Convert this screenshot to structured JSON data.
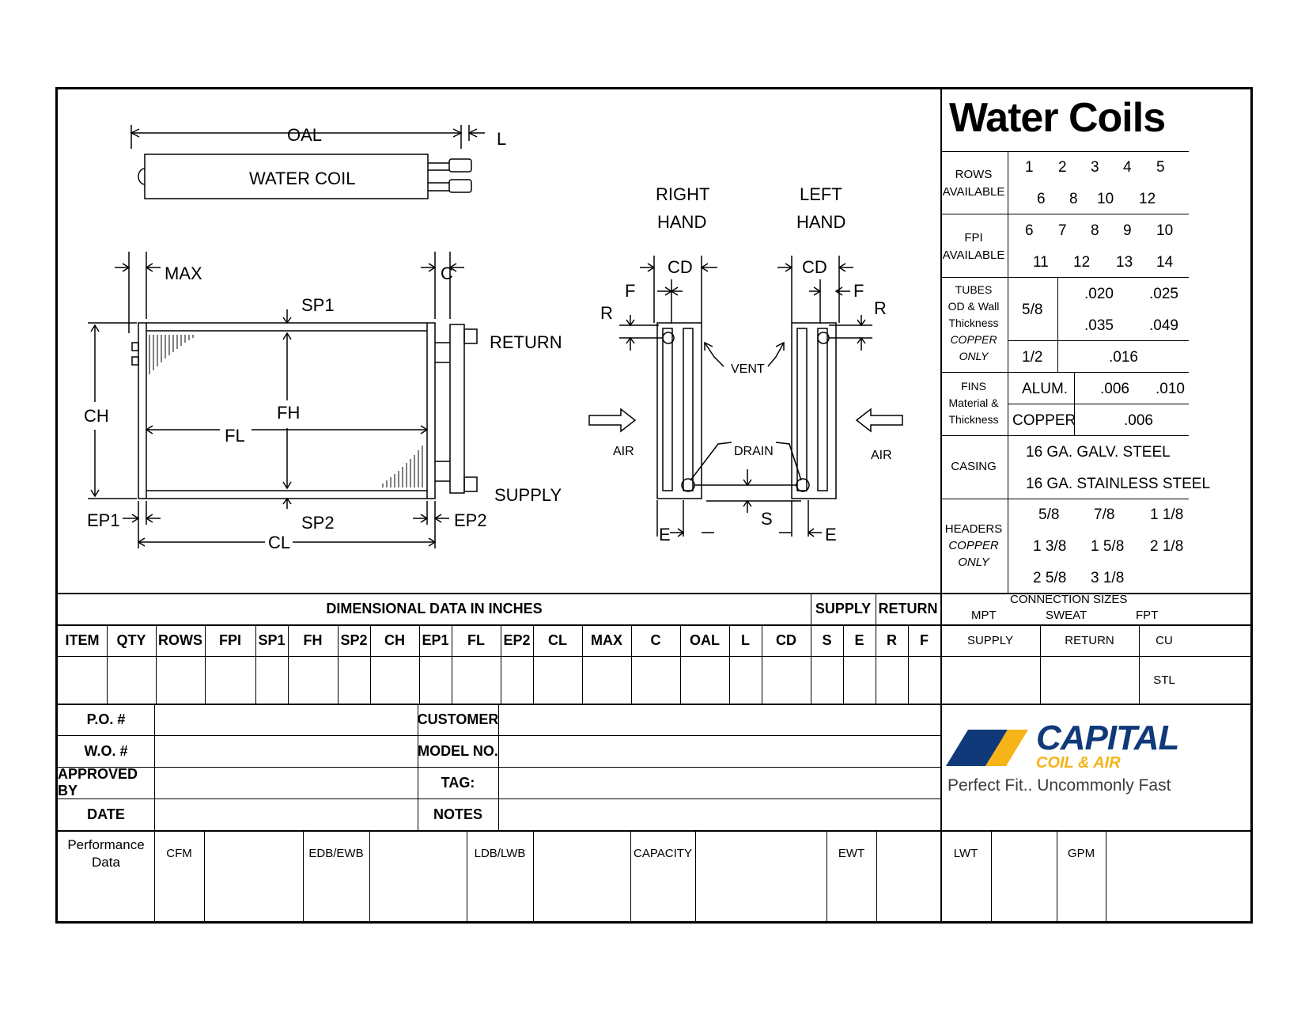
{
  "title": "Water Coils",
  "drawing": {
    "oal": "OAL",
    "l": "L",
    "water_coil": "WATER COIL",
    "max": "MAX",
    "c": "C",
    "sp1": "SP1",
    "return": "RETURN",
    "ch": "CH",
    "fh": "FH",
    "fl": "FL",
    "supply": "SUPPLY",
    "ep1": "EP1",
    "sp2": "SP2",
    "ep2": "EP2",
    "cl": "CL",
    "right_hand_1": "RIGHT",
    "right_hand_2": "HAND",
    "left_hand_1": "LEFT",
    "left_hand_2": "HAND",
    "cd": "CD",
    "f": "F",
    "r": "R",
    "vent": "VENT",
    "air": "AIR",
    "drain": "DRAIN",
    "s": "S",
    "e": "E"
  },
  "specs": {
    "rows_label_1": "ROWS",
    "rows_label_2": "AVAILABLE",
    "rows_a": [
      "1",
      "2",
      "3",
      "4",
      "5"
    ],
    "rows_b": [
      "6",
      "8",
      "10",
      "12"
    ],
    "fpi_label_1": "FPI",
    "fpi_label_2": "AVAILABLE",
    "fpi_a": [
      "6",
      "7",
      "8",
      "9",
      "10"
    ],
    "fpi_b": [
      "11",
      "12",
      "13",
      "14"
    ],
    "tubes_label": [
      "TUBES",
      "OD & Wall",
      "Thickness",
      "COPPER",
      "ONLY"
    ],
    "tube_58": "5/8",
    "tube_58_w": [
      ".020",
      ".025",
      ".035",
      ".049"
    ],
    "tube_12": "1/2",
    "tube_12_w": ".016",
    "fins_label": [
      "FINS",
      "Material &",
      "Thickness"
    ],
    "fin_alum": "ALUM.",
    "fin_alum_w": [
      ".006",
      ".010"
    ],
    "fin_copper": "COPPER",
    "fin_copper_w": ".006",
    "casing_label": "CASING",
    "casing_1": "16 GA. GALV. STEEL",
    "casing_2": "16 GA. STAINLESS STEEL",
    "headers_label": [
      "HEADERS",
      "COPPER",
      "ONLY"
    ],
    "headers": [
      "5/8",
      "7/8",
      "1 1/8",
      "1 3/8",
      "1 5/8",
      "2 1/8",
      "2 5/8",
      "3 1/8"
    ]
  },
  "dimtable": {
    "title": "DIMENSIONAL DATA IN INCHES",
    "supply": "SUPPLY",
    "return": "RETURN",
    "conn_title": "CONNECTION SIZES",
    "mpt": "MPT",
    "sweat": "SWEAT",
    "fpt": "FPT",
    "columns": [
      "ITEM",
      "QTY",
      "ROWS",
      "FPI",
      "SP1",
      "FH",
      "SP2",
      "CH",
      "EP1",
      "FL",
      "EP2",
      "CL",
      "MAX",
      "C",
      "OAL",
      "L",
      "CD",
      "S",
      "E",
      "R",
      "F"
    ],
    "conn_supply": "SUPPLY",
    "conn_return": "RETURN",
    "cu": "CU",
    "stl": "STL"
  },
  "order": {
    "po": "P.O. #",
    "wo": "W.O. #",
    "approved": "APPROVED BY",
    "date": "DATE",
    "customer": "CUSTOMER",
    "model": "MODEL NO.",
    "tag": "TAG:",
    "notes": "NOTES"
  },
  "logo": {
    "brand": "CAPITAL",
    "sub": "COIL & AIR",
    "tagline": "Perfect Fit.. Uncommonly Fast"
  },
  "perf": {
    "label_1": "Performance",
    "label_2": "Data",
    "cfm": "CFM",
    "edb": "EDB/EWB",
    "ldb": "LDB/LWB",
    "capacity": "CAPACITY",
    "ewt": "EWT",
    "lwt": "LWT",
    "gpm": "GPM"
  },
  "colors": {
    "logo_blue": "#10397a",
    "logo_yellow": "#f5b417",
    "tagline": "#3c3c3c"
  }
}
